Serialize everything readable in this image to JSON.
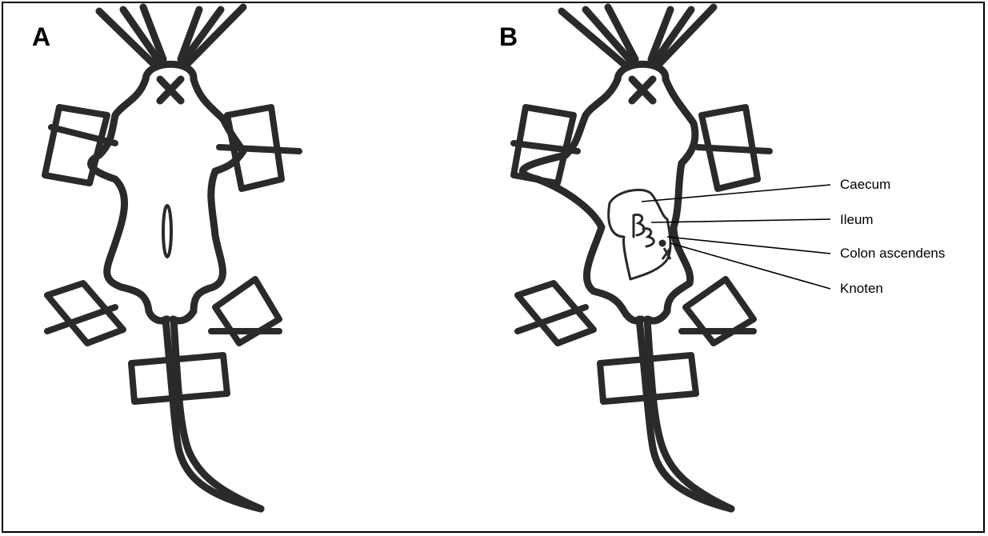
{
  "figure": {
    "panels": [
      {
        "id": "A",
        "label": "A"
      },
      {
        "id": "B",
        "label": "B"
      }
    ],
    "callouts": [
      {
        "id": "caecum",
        "label": "Caecum"
      },
      {
        "id": "ileum",
        "label": "Ileum"
      },
      {
        "id": "colon",
        "label": "Colon ascendens"
      },
      {
        "id": "knot",
        "label": "Knoten"
      }
    ],
    "colors": {
      "ink": "#2a2a2a",
      "border": "#000000",
      "background": "#ffffff"
    }
  }
}
